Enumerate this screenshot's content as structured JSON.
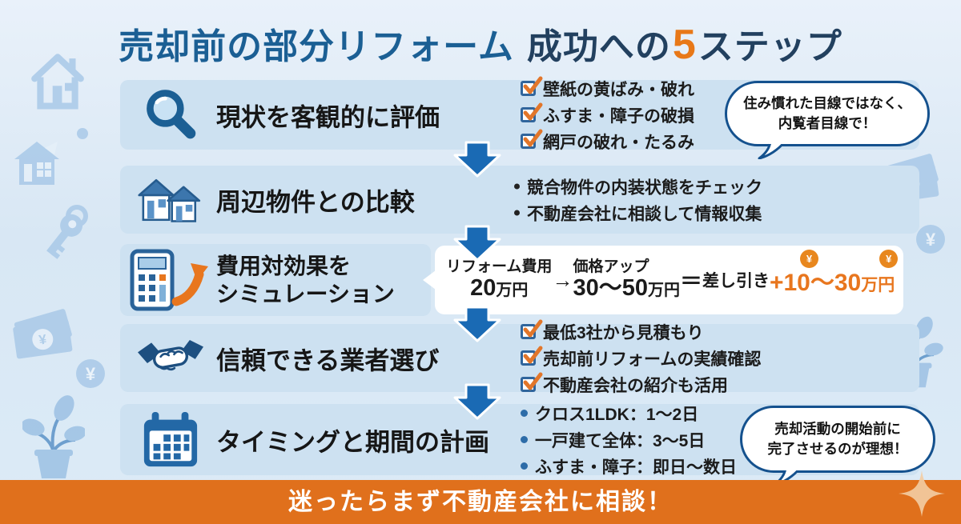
{
  "title": {
    "lead": "売却前の部分リフォーム",
    "mid": "成功への",
    "number": "5",
    "tail": "ステップ"
  },
  "steps": [
    {
      "label": "現状を客観的に評価",
      "icon": "magnifier-icon",
      "checklist": [
        "壁紙の黄ばみ・破れ",
        "ふすま・障子の破損",
        "網戸の破れ・たるみ"
      ],
      "bubble_line1": "住み慣れた目線ではなく、",
      "bubble_line2": "内覧者目線で！"
    },
    {
      "label": "周辺物件との比較",
      "icon": "houses-icon",
      "bullets": [
        "競合物件の内装状態をチェック",
        "不動産会社に相談して情報収集"
      ]
    },
    {
      "label_line1": "費用対効果を",
      "label_line2": "シミュレーション",
      "icon": "calculator-icon",
      "calc": {
        "cost_label": "リフォーム費用",
        "cost_value": "20",
        "cost_unit": "万円",
        "arrow": "→",
        "up_label": "価格アップ",
        "up_value": "30〜50",
        "up_unit": "万円",
        "equals": "＝",
        "net_label": "差し引き",
        "net_value": "+10〜30",
        "net_unit": "万円",
        "yen_symbol": "¥"
      }
    },
    {
      "label": "信頼できる業者選び",
      "icon": "handshake-icon",
      "checklist": [
        "最低3社から見積もり",
        "売却前リフォームの実績確認",
        "不動産会社の紹介も活用"
      ]
    },
    {
      "label": "タイミングと期間の計画",
      "icon": "calendar-icon",
      "bullets": [
        "クロス1LDK：1〜2日",
        "一戸建て全体：3〜5日",
        "ふすま・障子：即日〜数日"
      ],
      "bubble_line1": "売却活動の開始前に",
      "bubble_line2": "完了させるのが理想！"
    }
  ],
  "footer": {
    "text": "迷ったらまず不動産会社に相談！"
  },
  "background_icons": [
    "house-outline-icon",
    "house-icon",
    "key-icon",
    "banknote-icon",
    "yen-coin-icon",
    "plant-icon",
    "sparkle-icon"
  ],
  "colors": {
    "page_background": "#dcebf7",
    "row_bar": "#cde1f1",
    "title_blue": "#1b5f94",
    "title_navy": "#22405f",
    "accent_orange": "#e87818",
    "footer_orange": "#e0701c",
    "arrow_blue": "#1a6ab4",
    "bubble_border": "#14518e",
    "checkbox_border": "#30659c",
    "check_orange": "#e2762a",
    "net_orange": "#e8761e"
  }
}
